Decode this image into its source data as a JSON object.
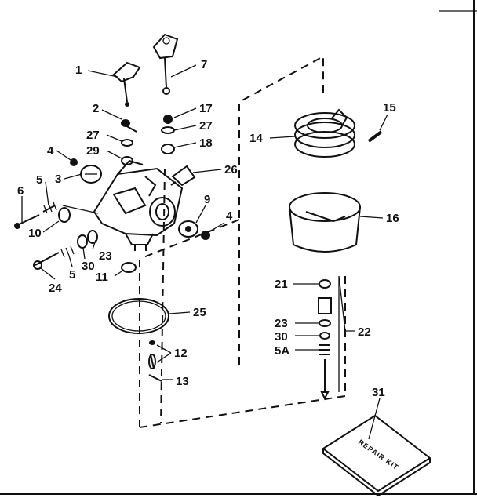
{
  "diagram": {
    "callouts": {
      "c1": "1",
      "c2": "2",
      "c3": "3",
      "c4a": "4",
      "c4b": "4",
      "c5a": "5",
      "c5b": "5",
      "c5A": "5A",
      "c6": "6",
      "c7": "7",
      "c9": "9",
      "c10": "10",
      "c11": "11",
      "c12": "12",
      "c13": "13",
      "c14": "14",
      "c15": "15",
      "c16": "16",
      "c17": "17",
      "c18": "18",
      "c21": "21",
      "c22": "22",
      "c23a": "23",
      "c23b": "23",
      "c24": "24",
      "c25": "25",
      "c26": "26",
      "c27a": "27",
      "c27b": "27",
      "c29": "29",
      "c30a": "30",
      "c30b": "30",
      "c31": "31"
    },
    "book_label": "REPAIR KIT"
  }
}
